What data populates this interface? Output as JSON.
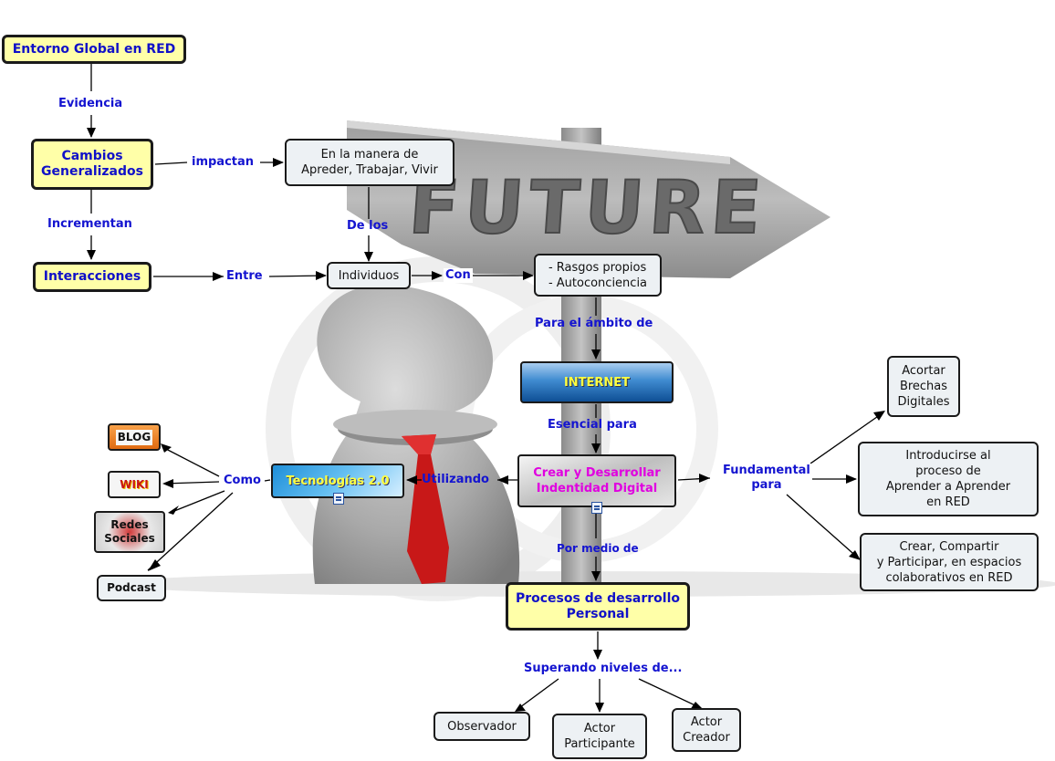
{
  "nodes": {
    "entorno": "Entorno Global en RED",
    "cambios": "Cambios\nGeneralizados",
    "manera": "En la manera de\nApreder, Trabajar, Vivir",
    "interacciones": "Interacciones",
    "individuos": "Individuos",
    "rasgos": "- Rasgos propios\n- Autoconciencia",
    "internet": "INTERNET",
    "crear_identidad": "Crear y Desarrollar\nIndentidad Digital",
    "tecnologias": "Tecnologías 2.0",
    "blog": "BLOG",
    "wiki": "WIKI",
    "redes": "Redes\nSociales",
    "podcast": "Podcast",
    "acortar": "Acortar\nBrechas\nDigitales",
    "introducirse": "Introducirse al\nproceso de\nAprender a Aprender\nen RED",
    "crear_compartir": "Crear, Compartir\ny Participar, en espacios\ncolaborativos en RED",
    "procesos": "Procesos de desarrollo\nPersonal",
    "observador": "Observador",
    "participante": "Actor\nParticipante",
    "creador": "Actor\nCreador"
  },
  "links": {
    "evidencia": "Evidencia",
    "impactan": "impactan",
    "incrementan": "Incrementan",
    "de_los": "De los",
    "entre": "Entre",
    "con": "Con",
    "para_el_ambito": "Para el ámbito de",
    "esencial_para": "Esencial para",
    "utilizando": "Utilizando",
    "como": "Como",
    "fundamental_para": "Fundamental\npara",
    "por_medio_de": "Por medio de",
    "superando": "Superando niveles de..."
  },
  "background": {
    "sign_text": "FUTURE"
  },
  "colors": {
    "node_fill": "#ffffa8",
    "node_text": "#1010c8",
    "link_text": "#1414d0",
    "identity_text": "#e000e0",
    "internet_text": "#ffff40",
    "tie": "#c81818"
  }
}
